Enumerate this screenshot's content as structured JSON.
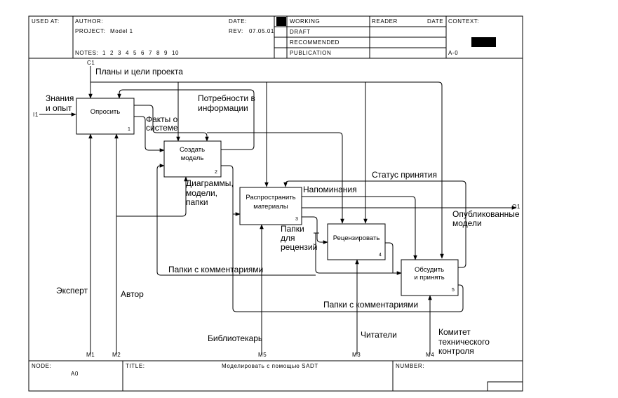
{
  "header": {
    "used_at_label": "USED AT:",
    "author_label": "AUTHOR:",
    "project_label": "PROJECT:",
    "project_value": "Model 1",
    "date_label": "DATE:",
    "rev_label": "REV:",
    "rev_value": "07.05.01",
    "notes_label": "NOTES:",
    "notes_numbers": [
      "1",
      "2",
      "3",
      "4",
      "5",
      "6",
      "7",
      "8",
      "9",
      "10"
    ],
    "status_working": "WORKING",
    "status_draft": "DRAFT",
    "status_recommended": "RECOMMENDED",
    "status_publication": "PUBLICATION",
    "reader_label": "READER",
    "reader_date_label": "DATE",
    "context_label": "CONTEXT:",
    "context_node": "A-0"
  },
  "boxes": [
    {
      "lines": [
        "Опросить"
      ],
      "num": "1"
    },
    {
      "lines": [
        "Создать",
        "модель"
      ],
      "num": "2"
    },
    {
      "lines": [
        "Распространить",
        "материалы"
      ],
      "num": "3"
    },
    {
      "lines": [
        "Рецензировать"
      ],
      "num": "4"
    },
    {
      "lines": [
        "Обсудить",
        "и принять"
      ],
      "num": "5"
    }
  ],
  "arrow_labels": {
    "plans": "Планы и цели проекта",
    "knowledge": [
      "Знания",
      "и опыт"
    ],
    "needs": [
      "Потребности в",
      "информации"
    ],
    "facts": [
      "Факты о",
      "системе"
    ],
    "diagrams": [
      "Диаграммы,",
      "модели,",
      "папки"
    ],
    "status": "Статус принятия",
    "reminders": "Напоминания",
    "published": [
      "Опубликованные",
      "модели"
    ],
    "review_folders": [
      "Папки",
      "для",
      "рецензий"
    ],
    "comments1": "Папки с комментариями",
    "comments2": "Папки с комментариями",
    "expert": "Эксперт",
    "author": "Автор",
    "librarian": "Библиотекарь",
    "readers": "Читатели",
    "committee": [
      "Комитет",
      "технического",
      "контроля"
    ]
  },
  "tunnel_codes": {
    "c1": "C1",
    "i1": "I1",
    "o1": "O1",
    "m1": "M1",
    "m2": "M2",
    "m5": "M5",
    "m3": "M3",
    "m4": "M4"
  },
  "footer": {
    "node_label": "NODE:",
    "node_value": "A0",
    "title_label": "TITLE:",
    "title_value": "Моделировать с помощью SADT",
    "number_label": "NUMBER:"
  }
}
